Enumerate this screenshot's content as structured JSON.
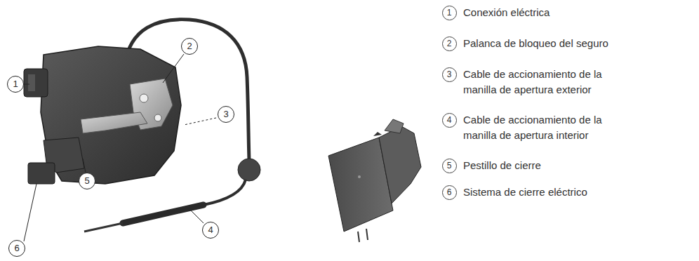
{
  "diagram": {
    "labels": [
      "1",
      "2",
      "3",
      "5",
      "6",
      "4",
      "1",
      "Conexión eléctrica",
      "2",
      "Palanca de bloqueo del seguro",
      "3",
      "Cable de accionamiento de la manilla de apertura exterior",
      "4",
      "Cable de accionamiento de la manilla de apertura interior",
      "5",
      "Pestillo de cierre",
      "6",
      "Sistema de cierre eléctrico"
    ]
  }
}
